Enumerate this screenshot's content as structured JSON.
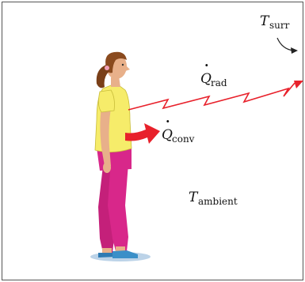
{
  "labels": {
    "t_surr": {
      "symbol": "T",
      "subscript": "surr"
    },
    "q_rad": {
      "symbol": "Q",
      "accent": "·",
      "subscript": "rad"
    },
    "q_conv": {
      "symbol": "Q",
      "accent": "·",
      "subscript": "conv"
    },
    "t_ambient": {
      "symbol": "T",
      "subscript": "ambient"
    }
  },
  "colors": {
    "radiation": "#e8212b",
    "convection_arrow": "#e8212b",
    "shirt": "#f6ec6a",
    "pants": "#d8278a",
    "skin": "#e8b08a",
    "hair": "#8a4a1e",
    "shoes": "#3a8fc8",
    "shadow": "#bcd3e8",
    "border": "#555555"
  }
}
